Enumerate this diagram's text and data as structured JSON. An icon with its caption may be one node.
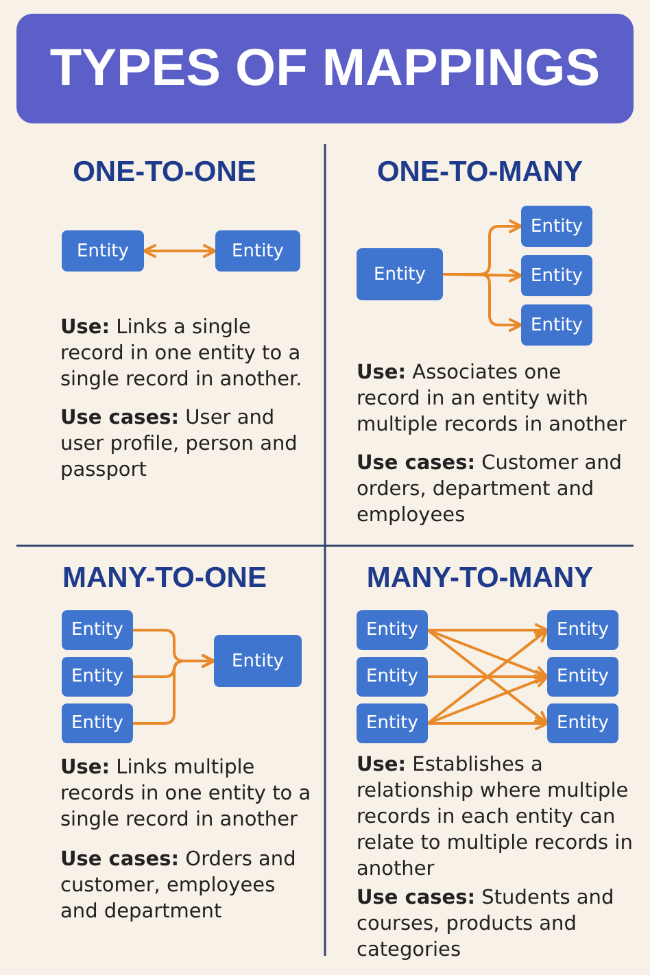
{
  "diagram": {
    "title": "TYPES OF MAPPINGS",
    "nodes": [
      {
        "text": [
          "Entity"
        ]
      },
      {
        "text": [
          "Entity"
        ]
      },
      {
        "text": [
          "Entity"
        ]
      },
      {
        "text": [
          "Entity"
        ]
      },
      {
        "text": [
          "Entity"
        ]
      },
      {
        "text": [
          "Entity"
        ]
      },
      {
        "text": [
          "Entity"
        ]
      },
      {
        "text": [
          "Entity"
        ]
      },
      {
        "text": [
          "Entity"
        ]
      },
      {
        "text": [
          "Entity"
        ]
      },
      {
        "text": [
          "Entity"
        ]
      },
      {
        "text": [
          "Entity"
        ]
      },
      {
        "text": [
          "Entity"
        ]
      },
      {
        "text": [
          "Entity"
        ]
      },
      {
        "text": [
          "Entity"
        ]
      },
      {
        "text": [
          "Entity"
        ]
      }
    ],
    "edges": [
      {
        "from": 0,
        "to": 1,
        "arrow": "both"
      },
      {
        "from": 2,
        "to": 3,
        "arrow": "to"
      },
      {
        "from": 2,
        "to": 4,
        "arrow": "to"
      },
      {
        "from": 2,
        "to": 5,
        "arrow": "to"
      },
      {
        "from": 6,
        "to": 9,
        "arrow": "to"
      },
      {
        "from": 7,
        "to": 9,
        "arrow": "to"
      },
      {
        "from": 8,
        "to": 9,
        "arrow": "to"
      },
      {
        "from": 10,
        "to": 13,
        "arrow": "to"
      },
      {
        "from": 10,
        "to": 14,
        "arrow": "to"
      },
      {
        "from": 10,
        "to": 15,
        "arrow": "to"
      },
      {
        "from": 11,
        "to": 14,
        "arrow": "to"
      },
      {
        "from": 12,
        "to": 13,
        "arrow": "to"
      },
      {
        "from": 12,
        "to": 14,
        "arrow": "to"
      },
      {
        "from": 12,
        "to": 15,
        "arrow": "to"
      }
    ],
    "labels": [
      "ONE-TO-ONE",
      "**Use:** Links a single record in one entity to a single record in another.",
      "**Use cases:** User and user profile, person and passport",
      "ONE-TO-MANY",
      "**Use:** Associates one record in an entity with multiple records in another",
      "**Use cases:** Customer and orders, department and employees",
      "MANY-TO-ONE",
      "**Use:** Links multiple records in one entity to a single record in another",
      "**Use cases:** Orders and customer, employees and department",
      "MANY-TO-MANY",
      "**Use:** Establishes a relationship where multiple records in each entity can relate to multiple records in another",
      "**Use cases:** Students and courses, products and categories"
    ]
  }
}
